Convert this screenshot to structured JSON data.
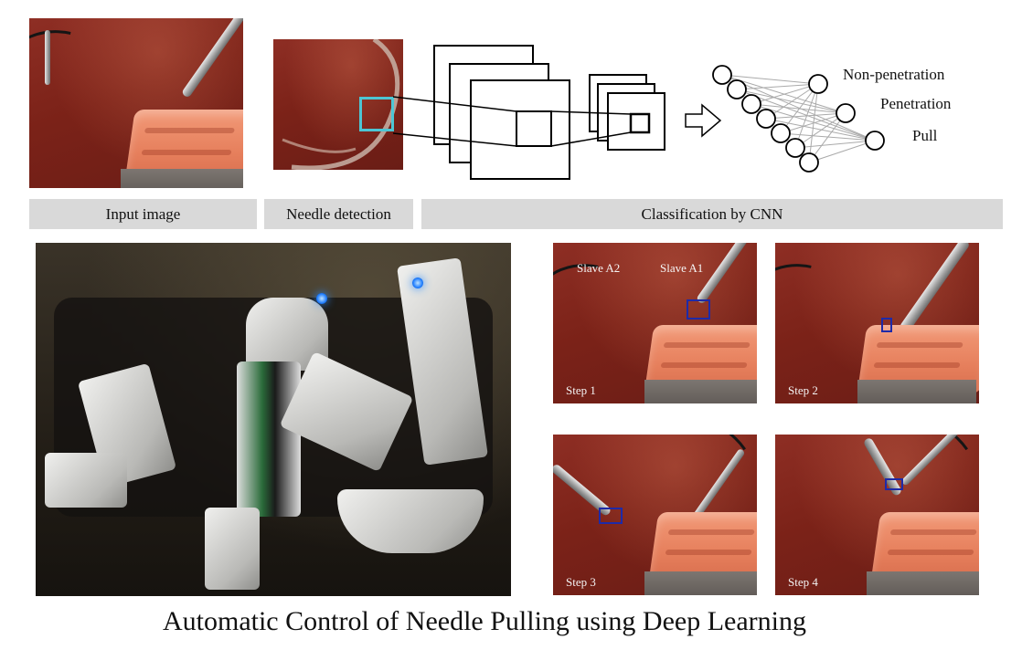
{
  "pipeline": {
    "labels": {
      "input": "Input image",
      "needle": "Needle detection",
      "cnn": "Classification by CNN"
    },
    "classes": [
      "Non-penetration",
      "Penetration",
      "Pull"
    ]
  },
  "steps": {
    "slave_labels": [
      "Slave A2",
      "Slave A1"
    ],
    "panels": [
      "Step 1",
      "Step 2",
      "Step 3",
      "Step 4"
    ]
  },
  "caption": "Automatic Control of Needle Pulling using Deep Learning",
  "colors": {
    "detection_box": "#1e2aa8",
    "needle_box": "#4dc6d4",
    "label_bar": "#d9d9d9"
  }
}
